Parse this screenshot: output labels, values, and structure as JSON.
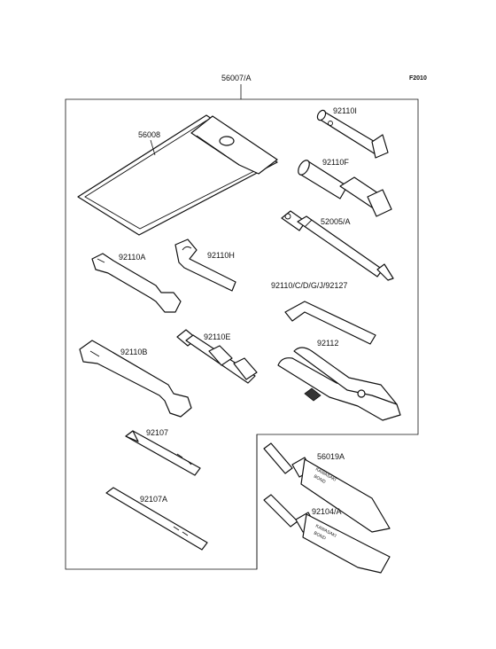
{
  "figure_code": "F2010",
  "kit_label": "56007/A",
  "labels": {
    "bag": "56008",
    "box_wrench_small": "92110I",
    "box_wrench_large": "92110F",
    "extension_bar": "52005/A",
    "wrench_a": "92110A",
    "hook_wrench": "92110H",
    "hex_keys": "92110/C/D/G/J/92127",
    "wrench_b": "92110B",
    "plug_wrench": "92110E",
    "pliers": "92112",
    "screwdriver": "92107",
    "screwdriver_handle": "92107A",
    "bond_a": "56019A",
    "bond_b": "92104/A"
  },
  "tube_text": {
    "brand": "KAWASAKI",
    "product": "BOND"
  }
}
